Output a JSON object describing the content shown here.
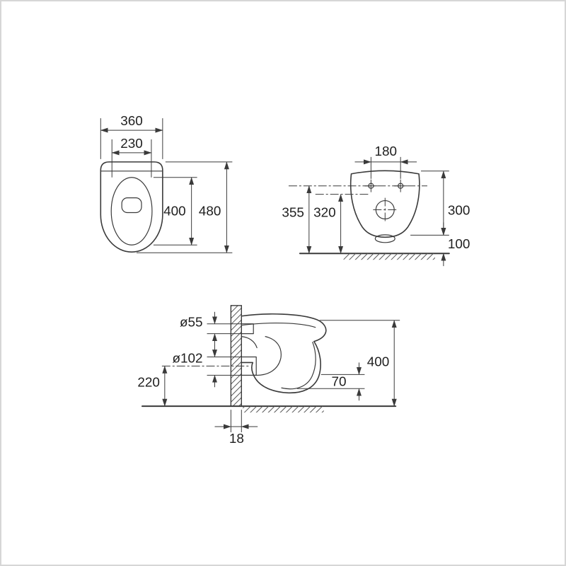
{
  "drawing": {
    "top_view": {
      "overall_width": "360",
      "seat_width": "230",
      "seat_length": "400",
      "overall_depth": "480"
    },
    "front_view": {
      "fixing_hole_spacing": "180",
      "flush_axis_height": "355",
      "outlet_axis_height": "320",
      "pan_height": "300",
      "underside_clearance": "100"
    },
    "side_view": {
      "flush_inlet_diameter": "ø55",
      "outlet_diameter": "ø102",
      "outlet_height": "220",
      "rim_ledge": "70",
      "overall_height": "400",
      "wall_panel_thickness": "18"
    },
    "colors": {
      "line": "#3a3a3a",
      "text": "#1f1f1f",
      "background": "#ffffff",
      "border": "#d6d6d6"
    }
  }
}
